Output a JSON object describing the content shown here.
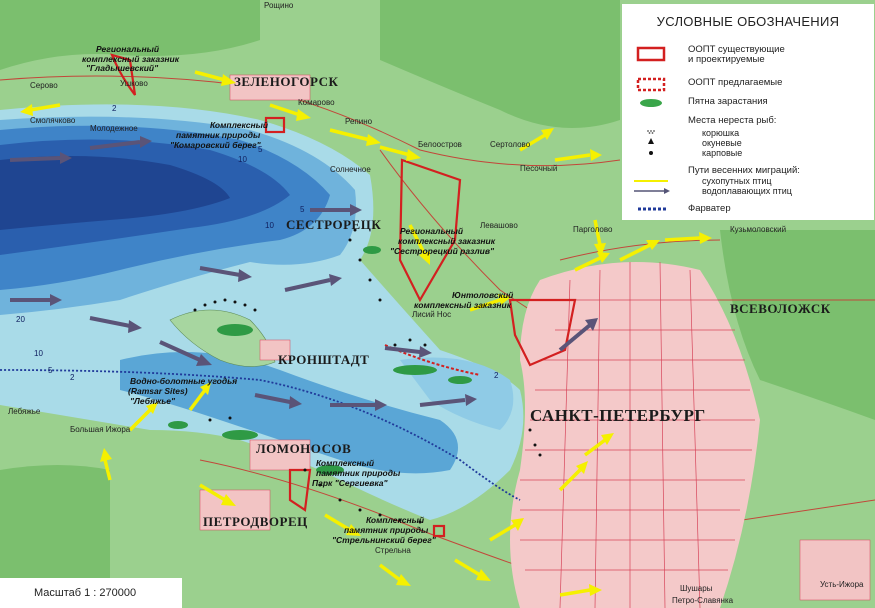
{
  "legend": {
    "title": "УСЛОВНЫЕ ОБОЗНАЧЕНИЯ",
    "items": [
      {
        "label_1": "ООПТ существующие",
        "label_2": "и проектируемые",
        "color": "#d32020"
      },
      {
        "label_1": "ООПТ предлагаемые",
        "color": "#d32020"
      },
      {
        "label_1": "Пятна зарастания",
        "color": "#3aa64a"
      },
      {
        "label_1": "Места нереста рыб:",
        "sub": [
          "корюшка",
          "окуневые",
          "карповые"
        ]
      },
      {
        "label_1": "Пути весенних миграций:",
        "sub": [
          "сухопутных птиц",
          "водоплавающих птиц"
        ],
        "colors": [
          "#f5f000",
          "#555577"
        ]
      },
      {
        "label_1": "Фарватер",
        "color": "#203a9a"
      }
    ]
  },
  "scale": {
    "label": "Масштаб 1 : 270000"
  },
  "cities": {
    "zelenogorsk": "ЗЕЛЕНОГОРСК",
    "sestroretsk": "СЕСТРОРЕЦК",
    "kronshtadt": "КРОНШТАДТ",
    "lomonosov": "ЛОМОНОСОВ",
    "petrodvorets": "ПЕТРОДВОРЕЦ",
    "spb": "САНКТ-ПЕТЕРБУРГ",
    "vsevolozhsk": "ВСЕВОЛОЖСК"
  },
  "towns": {
    "roshchino": "Рощино",
    "serovo": "Серово",
    "ushkovo": "Ушково",
    "smolyachkovo": "Смолячково",
    "molodezhnoe": "Молодежное",
    "komarovo": "Комарово",
    "repino": "Репино",
    "solnechnoe": "Солнечное",
    "beloostrov": "Белоостров",
    "sertolovo": "Сертолово",
    "pesochny": "Песочный",
    "levashovo": "Левашово",
    "pargolovo": "Парголово",
    "kuzmolovsky": "Кузьмоловский",
    "lisiy_nos": "Лисий Нос",
    "lebyazhye": "Лебяжье",
    "bolshaya_izhora": "Большая Ижора",
    "strelna": "Стрельна",
    "shushary": "Шушары",
    "petro_slavyanka": "Петро-Славянка",
    "ust_izhora": "Усть-Ижора"
  },
  "reserves": [
    {
      "l1": "Региональный",
      "l2": "комплексный заказник",
      "l3": "\"Гладышевский\""
    },
    {
      "l1": "Комплексный",
      "l2": "памятник природы",
      "l3": "\"Комаровский берег\""
    },
    {
      "l1": "Региональный",
      "l2": "комплексный заказник",
      "l3": "\"Сестрорецкий разлив\""
    },
    {
      "l1": "Юнтоловский",
      "l2": "комплексный заказник"
    },
    {
      "l1": "Водно-болотные угодья",
      "l2": "(Ramsar Sites)",
      "l3": "\"Лебяжье\""
    },
    {
      "l1": "Комплексный",
      "l2": "памятник природы",
      "l3": "Парк \"Сергиевка\""
    },
    {
      "l1": "Комплексный",
      "l2": "памятник природы",
      "l3": "\"Стрельнинский берег\""
    }
  ],
  "depths": [
    "2",
    "5",
    "10",
    "20",
    "10",
    "5",
    "2",
    "5",
    "10",
    "2"
  ]
}
